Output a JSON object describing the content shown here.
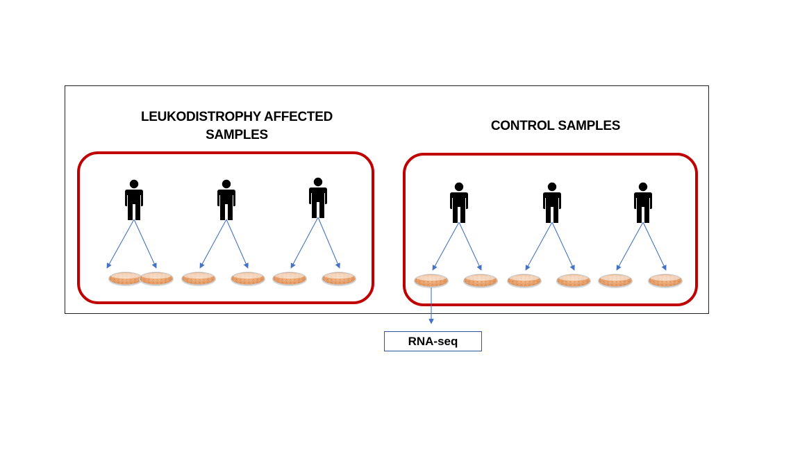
{
  "groups": [
    {
      "title": "LEUKODISTROPHY AFFECTED SAMPLES",
      "border_color": "#c00000",
      "persons": 3,
      "dishes_per_person": 2
    },
    {
      "title": "CONTROL SAMPLES",
      "border_color": "#c00000",
      "persons": 3,
      "dishes_per_person": 2
    }
  ],
  "output": {
    "label": "RNA-seq",
    "border_color": "#2f5597"
  },
  "colors": {
    "arrow": "#4472c4",
    "person": "#000000",
    "dish_fill": "#e8a070",
    "dish_rim": "#c9c9c9"
  },
  "icons": {
    "person": "person-icon",
    "dish": "petri-dish-icon"
  }
}
